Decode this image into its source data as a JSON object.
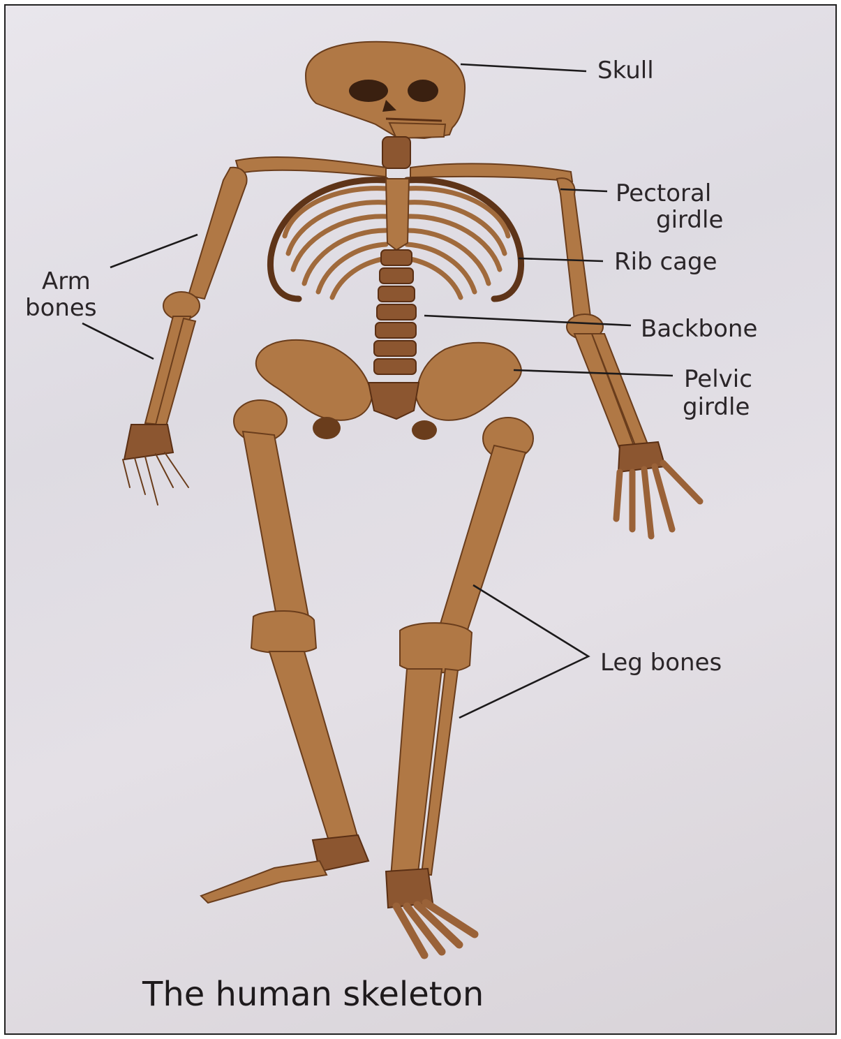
{
  "labels": {
    "skull": "Skull",
    "pectoral_line1": "Pectoral",
    "pectoral_line2": "girdle",
    "rib_cage": "Rib cage",
    "backbone": "Backbone",
    "pelvic_line1": "Pelvic",
    "pelvic_line2": "girdle",
    "arm_line1": "Arm",
    "arm_line2": "bones",
    "leg_bones": "Leg bones"
  },
  "caption": "The human skeleton",
  "colors": {
    "paper": "#e4e0e6",
    "bone": "#b07845",
    "bone_shadow": "#6a3d1c",
    "text": "#2a2528"
  }
}
